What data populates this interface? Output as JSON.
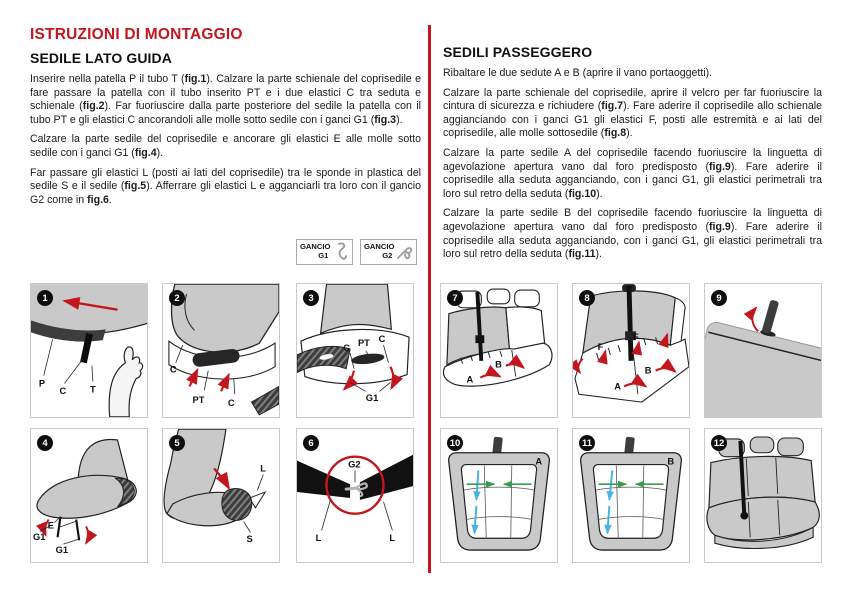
{
  "page": {
    "title": "ISTRUZIONI DI MONTAGGIO",
    "colors": {
      "accent_red": "#c4161d",
      "seat_gray": "#c9c9c9",
      "dark_gray": "#3d3d3d"
    },
    "left": {
      "subtitle": "SEDILE LATO GUIDA",
      "paragraphs": [
        [
          {
            "t": "Inserire nella patella P il tubo T ("
          },
          {
            "t": "fig.1",
            "b": true
          },
          {
            "t": "). Calzare la parte schienale del coprisedile e fare passare la patella con il tubo inserito PT e i due elastici C tra seduta e schienale ("
          },
          {
            "t": "fig.2",
            "b": true
          },
          {
            "t": "). Far fuoriuscire dalla parte posteriore del sedile la patella con il tubo PT e gli elastici C ancorandoli alle molle sotto sedile con i ganci G1 ("
          },
          {
            "t": "fig.3",
            "b": true
          },
          {
            "t": ")."
          }
        ],
        [
          {
            "t": "Calzare la parte sedile del coprisedile e ancorare gli elastici E alle molle sotto sedile con i ganci G1 ("
          },
          {
            "t": "fig.4",
            "b": true
          },
          {
            "t": ")."
          }
        ],
        [
          {
            "t": "Far passare gli elastici L (posti ai lati del coprisedile) tra le sponde in plastica del sedile S e il sedile ("
          },
          {
            "t": "fig.5",
            "b": true
          },
          {
            "t": "). Afferrare gli elastici L e agganciarli tra loro con il gancio G2 come in "
          },
          {
            "t": "fig.6",
            "b": true
          },
          {
            "t": "."
          }
        ]
      ]
    },
    "right": {
      "subtitle": "SEDILI PASSEGGERO",
      "paragraphs": [
        [
          {
            "t": "Ribaltare le due sedute A e B (aprire il vano portaoggetti)."
          }
        ],
        [
          {
            "t": "Calzare la parte schienale del coprisedile, aprire il velcro per far fuoriuscire la cintura di sicurezza e richiudere ("
          },
          {
            "t": "fig.7",
            "b": true
          },
          {
            "t": "). Fare aderire il coprisedile allo schienale aggianciando con i ganci G1 gli elastici F, posti alle estremità e ai lati del coprisedile, alle molle sottosedile ("
          },
          {
            "t": "fig.8",
            "b": true
          },
          {
            "t": ")."
          }
        ],
        [
          {
            "t": "Calzare la parte sedile A del coprisedile facendo fuoriuscire la linguetta di agevolazione apertura vano dal foro predisposto ("
          },
          {
            "t": "fig.9",
            "b": true
          },
          {
            "t": "). Fare aderire il coprisedile alla seduta agganciando, con i ganci G1, gli elastici perimetrali tra loro sul retro della seduta ("
          },
          {
            "t": "fig.10",
            "b": true
          },
          {
            "t": ")."
          }
        ],
        [
          {
            "t": "Calzare la parte sedile B del coprisedile facendo fuoriuscire la linguetta di agevolazione apertura vano dal foro predisposto ("
          },
          {
            "t": "fig.9",
            "b": true
          },
          {
            "t": "). Fare aderire il coprisedile alla seduta agganciando, con i ganci G1, gli elastici perimetrali tra loro sul retro della seduta ("
          },
          {
            "t": "fig.11",
            "b": true
          },
          {
            "t": ")."
          }
        ]
      ]
    },
    "hooks": {
      "g1": {
        "label": "GANCIO",
        "code": "G1",
        "icon": "s-hook-icon"
      },
      "g2": {
        "label": "GANCIO",
        "code": "G2",
        "icon": "double-hook-icon"
      }
    },
    "figures": {
      "f1": {
        "num": "1",
        "labels": {
          "p": "P",
          "c": "C",
          "t": "T"
        }
      },
      "f2": {
        "num": "2",
        "labels": {
          "c_left": "C",
          "pt": "PT",
          "c_right": "C"
        }
      },
      "f3": {
        "num": "3",
        "labels": {
          "c_left": "C",
          "pt": "PT",
          "c_right": "C",
          "g1": "G1"
        }
      },
      "f4": {
        "num": "4",
        "labels": {
          "g1_left": "G1",
          "e": "E",
          "g1_right": "G1"
        }
      },
      "f5": {
        "num": "5",
        "labels": {
          "l": "L",
          "s": "S"
        }
      },
      "f6": {
        "num": "6",
        "labels": {
          "g2": "G2",
          "l_left": "L",
          "l_right": "L"
        }
      },
      "f7": {
        "num": "7",
        "labels": {
          "a": "A",
          "b": "B"
        }
      },
      "f8": {
        "num": "8",
        "labels": {
          "f_left": "F",
          "f_right": "F",
          "a": "A",
          "b": "B"
        }
      },
      "f9": {
        "num": "9",
        "labels": {}
      },
      "f10": {
        "num": "10",
        "labels": {
          "a": "A"
        }
      },
      "f11": {
        "num": "11",
        "labels": {
          "b": "B"
        }
      },
      "f12": {
        "num": "12",
        "labels": {}
      }
    }
  }
}
